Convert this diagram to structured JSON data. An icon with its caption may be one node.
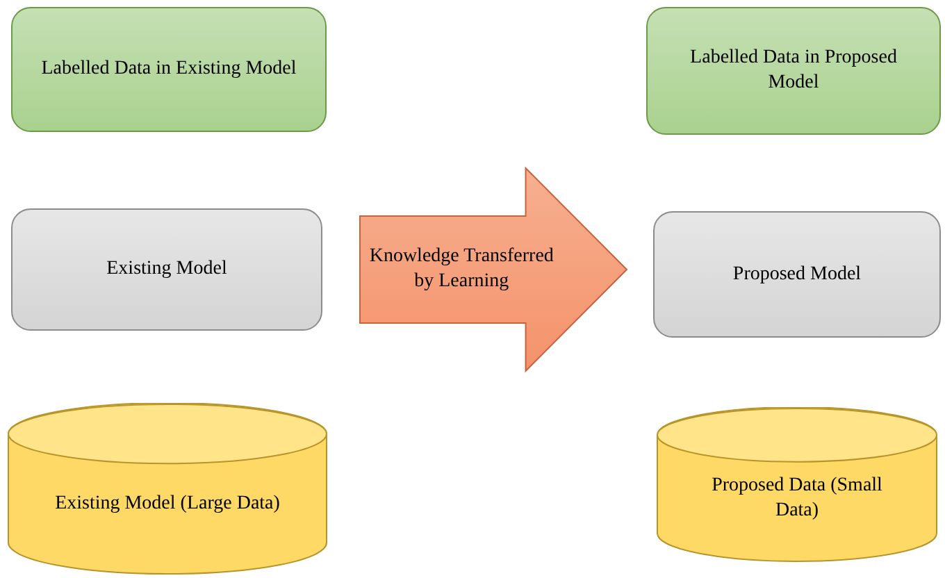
{
  "diagram": {
    "nodes": [
      {
        "text": [
          "Labelled Data in Existing Model"
        ]
      },
      {
        "text": [
          "Labelled Data in Proposed Model"
        ]
      },
      {
        "text": [
          "Existing Model"
        ]
      },
      {
        "text": [
          "Knowledge Transferred by Learning"
        ]
      },
      {
        "text": [
          "Proposed Model"
        ]
      },
      {
        "text": [
          "Existing Model (Large Data)"
        ]
      },
      {
        "text": [
          "Proposed Data (Small Data)"
        ]
      }
    ]
  }
}
